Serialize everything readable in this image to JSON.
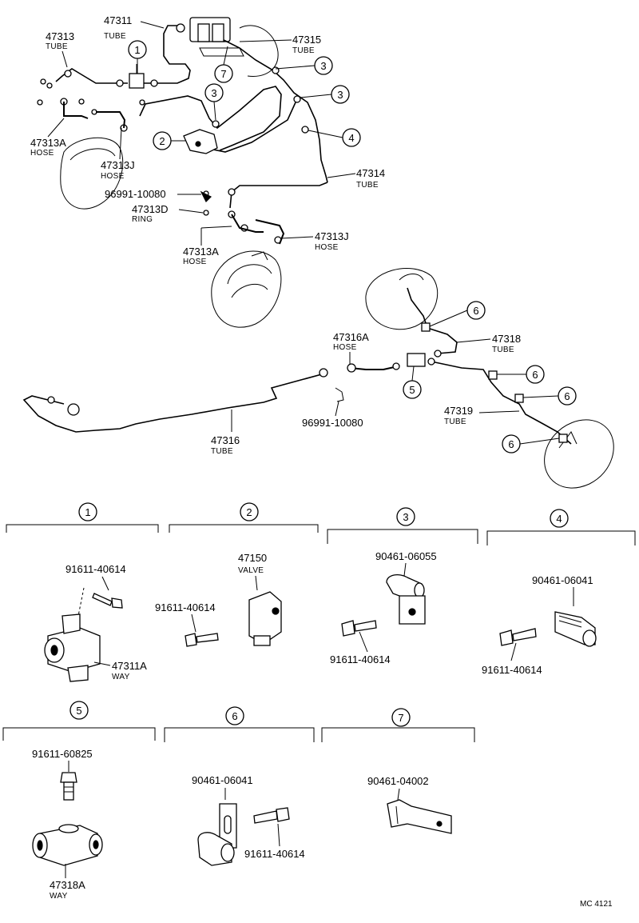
{
  "footer": {
    "code": "MC 4121"
  },
  "callouts": {
    "c1": "1",
    "c2": "2",
    "c3a": "3",
    "c3b": "3",
    "c3c": "3",
    "c4": "4",
    "c5": "5",
    "c6a": "6",
    "c6b": "6",
    "c6c": "6",
    "c6d": "6",
    "c7": "7"
  },
  "labels": {
    "p47313": {
      "num": "47313",
      "desc": "TUBE"
    },
    "p47311": {
      "num": "47311",
      "desc": "TUBE"
    },
    "p47315": {
      "num": "47315",
      "desc": "TUBE"
    },
    "p47313A_top": {
      "num": "47313A",
      "desc": "HOSE"
    },
    "p47313J_top": {
      "num": "47313J",
      "desc": "HOSE"
    },
    "p96991_top": {
      "num": "96991-10080"
    },
    "p47313D": {
      "num": "47313D",
      "desc": "RING"
    },
    "p47314": {
      "num": "47314",
      "desc": "TUBE"
    },
    "p47313A_mid": {
      "num": "47313A",
      "desc": "HOSE"
    },
    "p47313J_mid": {
      "num": "47313J",
      "desc": "HOSE"
    },
    "p47316A": {
      "num": "47316A",
      "desc": "HOSE"
    },
    "p47318": {
      "num": "47318",
      "desc": "TUBE"
    },
    "p96991_mid": {
      "num": "96991-10080"
    },
    "p47319": {
      "num": "47319",
      "desc": "TUBE"
    },
    "p47316": {
      "num": "47316",
      "desc": "TUBE"
    }
  },
  "details": [
    {
      "id": "1",
      "parts": [
        {
          "num": "91611-40614"
        },
        {
          "num": "47311A",
          "desc": "WAY"
        }
      ]
    },
    {
      "id": "2",
      "parts": [
        {
          "num": "47150",
          "desc": "VALVE"
        },
        {
          "num": "91611-40614"
        }
      ]
    },
    {
      "id": "3",
      "parts": [
        {
          "num": "90461-06055"
        },
        {
          "num": "91611-40614"
        }
      ]
    },
    {
      "id": "4",
      "parts": [
        {
          "num": "90461-06041"
        },
        {
          "num": "91611-40614"
        }
      ]
    },
    {
      "id": "5",
      "parts": [
        {
          "num": "91611-60825"
        },
        {
          "num": "47318A",
          "desc": "WAY"
        }
      ]
    },
    {
      "id": "6",
      "parts": [
        {
          "num": "90461-06041"
        },
        {
          "num": "91611-40614"
        }
      ]
    },
    {
      "id": "7",
      "parts": [
        {
          "num": "90461-04002"
        }
      ]
    }
  ]
}
